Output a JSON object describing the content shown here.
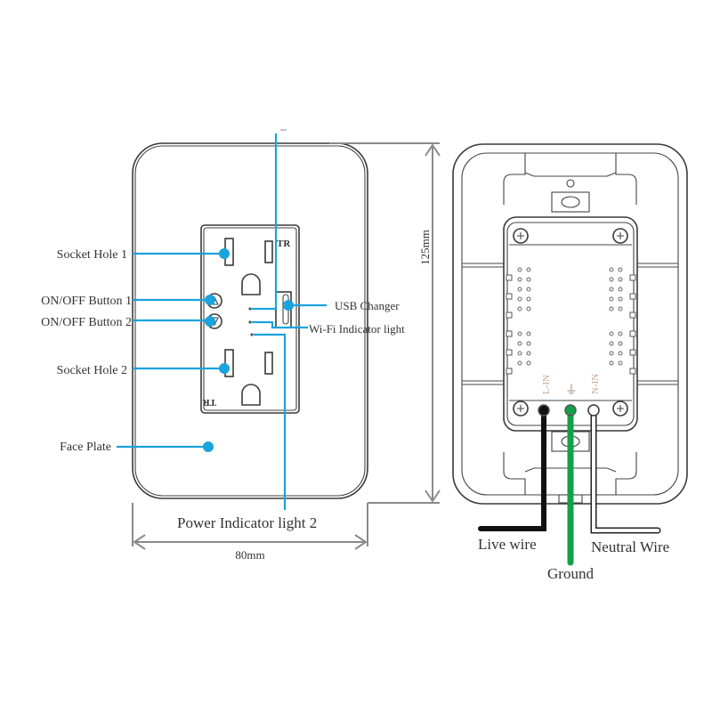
{
  "diagram": {
    "title": "Smart Wi-Fi Outlet – front and rear wiring diagram",
    "colors": {
      "callout": "#1aa3dc",
      "live_wire": "#111111",
      "ground_wire": "#12a14a",
      "neutral_wire": "#ffffff",
      "terminal_label": "#c8a58a"
    },
    "front_view": {
      "callouts": {
        "socket_hole_1": "Socket Hole  1",
        "onoff_button_1": "ON/OFF Button 1",
        "onoff_button_2": "ON/OFF Button 2",
        "socket_hole_2": "Socket Hole  2",
        "face_plate": "Face Plate",
        "usb_charger": "USB Changer",
        "wifi_indicator": "Wi-Fi Indicator light",
        "power_indicator": "Power Indicator light  2"
      },
      "tr_mark_top": "TR",
      "tr_mark_bottom": "TR",
      "button_up_icon": "△",
      "button_down_icon": "▽",
      "dimensions": {
        "width": "80mm",
        "height": "125mm"
      }
    },
    "rear_view": {
      "terminals": {
        "live": "L-IN",
        "ground_symbol": "⏚",
        "neutral": "N-IN"
      },
      "wires": {
        "live": "Live wire",
        "ground": "Ground",
        "neutral": "Neutral Wire"
      }
    }
  }
}
